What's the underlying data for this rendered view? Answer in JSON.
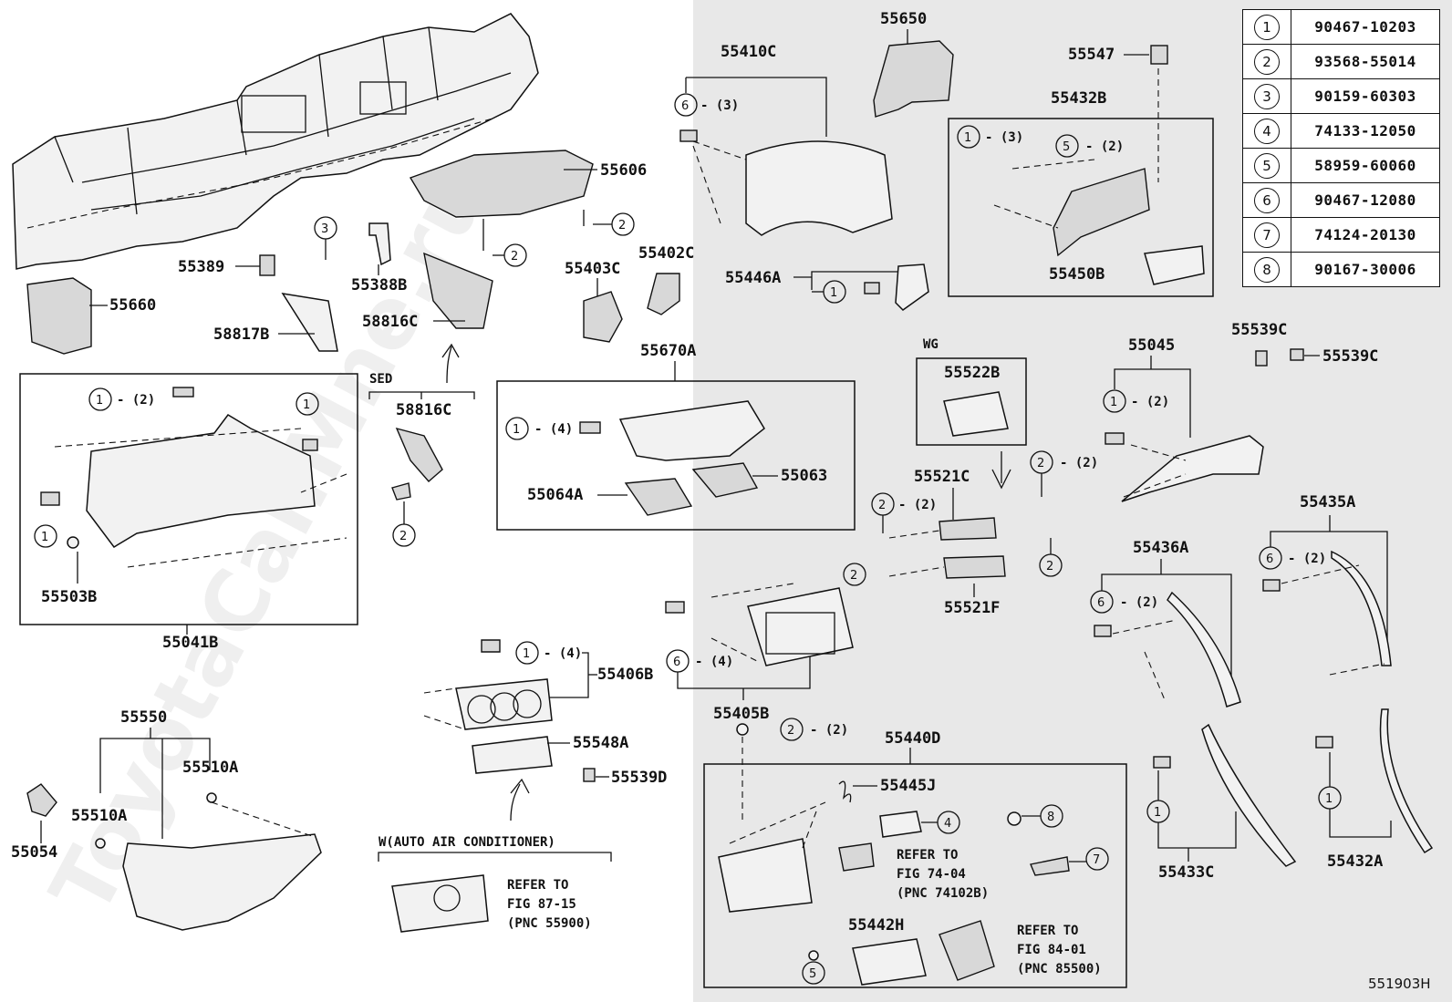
{
  "watermark": "ToyotaCar.Mne.ru",
  "diagram_code": "551903H",
  "legend": [
    {
      "key": "1",
      "part": "90467-10203"
    },
    {
      "key": "2",
      "part": "93568-55014"
    },
    {
      "key": "3",
      "part": "90159-60303"
    },
    {
      "key": "4",
      "part": "74133-12050"
    },
    {
      "key": "5",
      "part": "58959-60060"
    },
    {
      "key": "6",
      "part": "90467-12080"
    },
    {
      "key": "7",
      "part": "74124-20130"
    },
    {
      "key": "8",
      "part": "90167-30006"
    }
  ],
  "parts": {
    "p55650": "55650",
    "p55410C": "55410C",
    "p55547": "55547",
    "p55432B": "55432B",
    "p55606": "55606",
    "p55389": "55389",
    "p55388B": "55388B",
    "p55403C": "55403C",
    "p55402C": "55402C",
    "p55446A": "55446A",
    "p55450B": "55450B",
    "p55660": "55660",
    "p58817B": "58817B",
    "p58816C_a": "58816C",
    "p58816C_b": "58816C",
    "p55670A": "55670A",
    "p55539C_a": "55539C",
    "p55539C_b": "55539C",
    "p55522B": "55522B",
    "p55045": "55045",
    "p55503B": "55503B",
    "p55041B": "55041B",
    "p55064A": "55064A",
    "p55063": "55063",
    "p55521C": "55521C",
    "p55521F": "55521F",
    "p55435A": "55435A",
    "p55436A": "55436A",
    "p55406B": "55406B",
    "p55405B": "55405B",
    "p55548A": "55548A",
    "p55539D": "55539D",
    "p55550": "55550",
    "p55510A_a": "55510A",
    "p55510A_b": "55510A",
    "p55054": "55054",
    "p55440D": "55440D",
    "p55445J": "55445J",
    "p55442H": "55442H",
    "p55433C": "55433C",
    "p55432A": "55432A"
  },
  "qty": {
    "q3": "- (3)",
    "q2": "- (2)",
    "q4": "- (4)"
  },
  "notes": {
    "sed": "SED",
    "wg": "WG",
    "w_auto_ac": "W(AUTO AIR CONDITIONER)",
    "ref1_l1": "REFER TO",
    "ref1_l2": "FIG 87-15",
    "ref1_l3": "(PNC 55900)",
    "ref2_l1": "REFER TO",
    "ref2_l2": "FIG 74-04",
    "ref2_l3": "(PNC 74102B)",
    "ref3_l1": "REFER TO",
    "ref3_l2": "FIG 84-01",
    "ref3_l3": "(PNC 85500)"
  },
  "keys": {
    "k1": "1",
    "k2": "2",
    "k3": "3",
    "k4": "4",
    "k5": "5",
    "k6": "6",
    "k7": "7",
    "k8": "8"
  }
}
